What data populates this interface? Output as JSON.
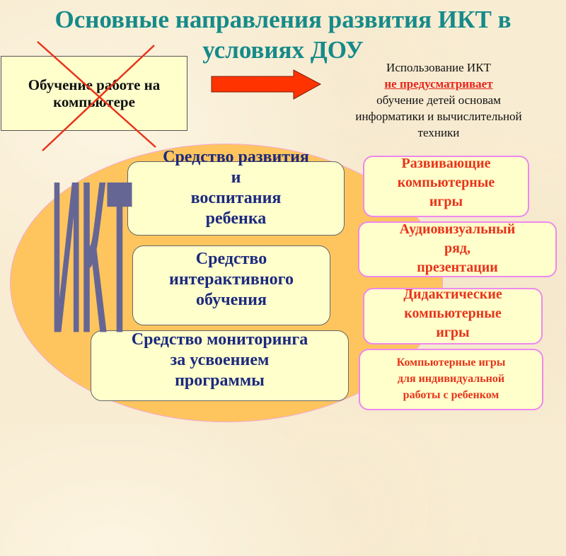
{
  "title": {
    "line1": "Основные направления развития ИКТ в",
    "line2": "условиях ДОУ"
  },
  "crossed_item": {
    "line1": "Обучение работе на",
    "line2": "компьютере",
    "crossed_out": true
  },
  "arrow": {
    "icon": "right-arrow-icon",
    "color": "#ff3300"
  },
  "description": {
    "line1": "Использование ИКТ",
    "emphasis": "не предусматривает",
    "line3": "обучение детей основам",
    "line4": "информатики и вычислительной",
    "line5": "техники"
  },
  "central_label": "ИКТ",
  "directions": [
    {
      "lines": [
        "Средство развития",
        "и",
        "воспитания",
        "ребенка"
      ]
    },
    {
      "lines": [
        "Средство",
        "интерактивного",
        "обучения"
      ]
    },
    {
      "lines": [
        "Средство мониторинга",
        "за усвоением",
        "программы"
      ]
    }
  ],
  "tools": [
    {
      "lines": [
        "Развивающие",
        "компьютерные",
        "игры"
      ]
    },
    {
      "lines": [
        "Аудиовизуальный",
        "ряд,",
        "презентации"
      ]
    },
    {
      "lines": [
        "Дидактические",
        "компьютерные",
        "игры"
      ]
    },
    {
      "lines": [
        "Компьютерные игры",
        "для индивидуальной",
        "работы с ребенком"
      ]
    }
  ],
  "colors": {
    "title": "#168a8a",
    "ellipse_fill": "#fec55e",
    "ikt_letters": "#666695",
    "direction_text": "#1c2a7d",
    "tool_text": "#e8341a",
    "tool_border": "#ee88ee",
    "box_fill": "#ffffcc",
    "cross": "#e8341a"
  }
}
